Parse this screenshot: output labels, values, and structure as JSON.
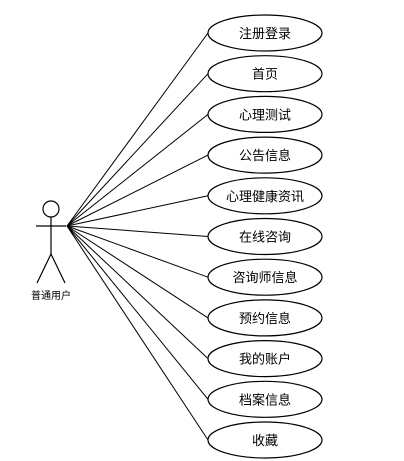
{
  "actor": {
    "label": "普通用户"
  },
  "use_cases": [
    {
      "label": "注册登录"
    },
    {
      "label": "首页"
    },
    {
      "label": "心理测试"
    },
    {
      "label": "公告信息"
    },
    {
      "label": "心理健康资讯"
    },
    {
      "label": "在线咨询"
    },
    {
      "label": "咨询师信息"
    },
    {
      "label": "预约信息"
    },
    {
      "label": "我的账户"
    },
    {
      "label": "档案信息"
    },
    {
      "label": "收藏"
    }
  ]
}
